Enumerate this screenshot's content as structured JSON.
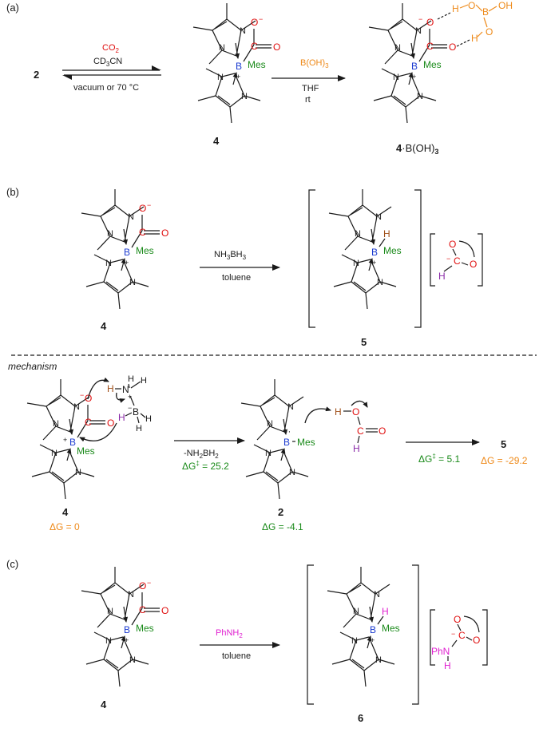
{
  "colors": {
    "black": "#1a1a1a",
    "red": "#e01010",
    "blue": "#1a3ad0",
    "green": "#1a8a1a",
    "orange": "#ee8a1a",
    "magenta": "#e020d0",
    "purple": "#8a2aa8",
    "brown": "#a0501a"
  },
  "atoms": {
    "N": "N",
    "B": "B",
    "O": "O",
    "C": "C",
    "H": "H",
    "Mes": "Mes",
    "plus": "+",
    "minus": "−",
    "dot_minus": "−",
    "PhN": "PhN"
  },
  "panel_a": {
    "label": "(a)",
    "reactant": "2",
    "conditions_top_1": "CO",
    "conditions_top_1_sub": "2",
    "conditions_top_2": "CD",
    "conditions_top_2_sub": "3",
    "conditions_top_2_tail": "CN",
    "conditions_bottom": "vacuum or 70 °C",
    "product_label": "4",
    "reagent": "B(OH)",
    "reagent_sub": "3",
    "solvent": "THF",
    "temp": "rt",
    "adduct_label_main": "4",
    "adduct_label_dot": "·",
    "adduct_label_tail": "B(OH)",
    "adduct_label_sub": "3",
    "boric_B": "B",
    "boric_OH": "OH",
    "boric_O": "O",
    "boric_H": "H"
  },
  "panel_b": {
    "label": "(b)",
    "reactant_label": "4",
    "reagent": "NH",
    "reagent_sub1": "3",
    "reagent_mid": "BH",
    "reagent_sub2": "3",
    "solvent": "toluene",
    "product_label": "5"
  },
  "mechanism": {
    "title": "mechanism",
    "byproduct": "-NH",
    "byproduct_sub": "2",
    "byproduct_tail": "BH",
    "byproduct_sub2": "2",
    "ts1": "ΔG",
    "ts1_sup": "‡",
    "ts1_val": " = 25.2",
    "ts2": "ΔG",
    "ts2_sup": "‡",
    "ts2_val": " = 5.1",
    "label_4": "4",
    "dg_4": "ΔG = 0",
    "label_2": "2",
    "dg_2": "ΔG = -4.1",
    "label_5": "5",
    "dg_5": "ΔG = -29.2"
  },
  "panel_c": {
    "label": "(c)",
    "reactant_label": "4",
    "reagent": "PhNH",
    "reagent_sub": "2",
    "solvent": "toluene",
    "product_label": "6"
  }
}
